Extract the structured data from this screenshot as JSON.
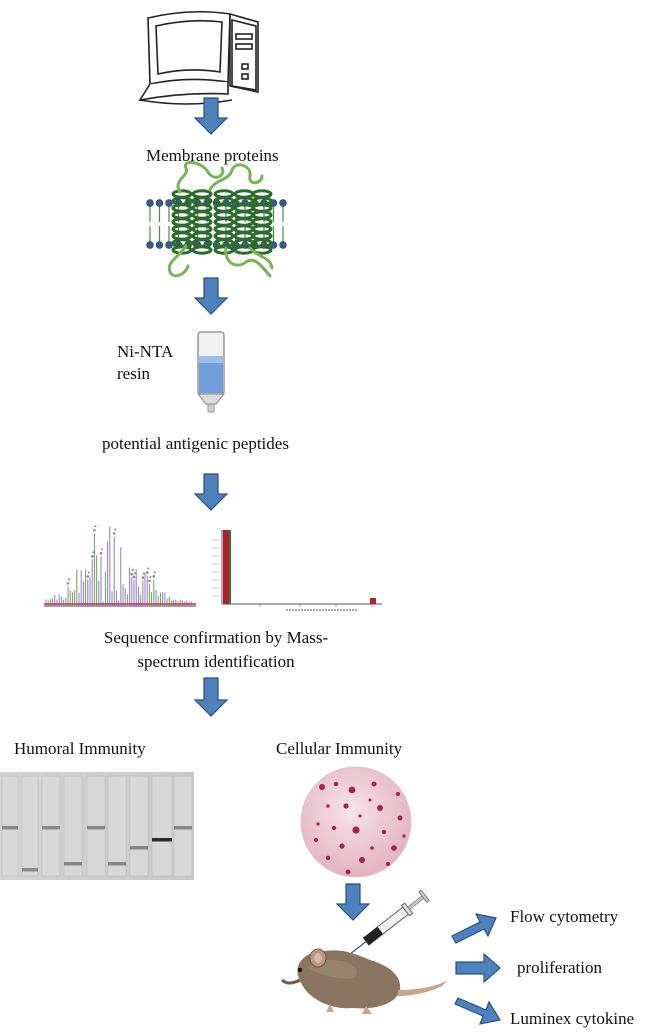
{
  "labels": {
    "membrane_proteins": "Membrane proteins",
    "ni_nta": "Ni-NTA",
    "resin": "resin",
    "antigenic_peptides": "potential antigenic  peptides",
    "sequence_confirmation": "Sequence confirmation by Mass-spectrum identification",
    "humoral": "Humoral Immunity",
    "cellular": "Cellular Immunity",
    "flow_cytometry": "Flow cytometry",
    "proliferation": "proliferation",
    "luminex": "Luminex  cytokine"
  },
  "icons": [
    "computer-icon",
    "membrane-protein-icon",
    "column-icon",
    "mass-spectrum-icon",
    "score-histogram-icon",
    "gel-blot-icon",
    "elispot-well-icon",
    "syringe-icon",
    "mouse-icon"
  ],
  "colors": {
    "arrow_fill": "#4f81bd",
    "arrow_stroke": "#2c4f7c",
    "helix": "#2e6b2e",
    "lipid_head": "#3a5a8c",
    "resin_blue": "#6fa0dc",
    "spot": "#a0103c"
  }
}
